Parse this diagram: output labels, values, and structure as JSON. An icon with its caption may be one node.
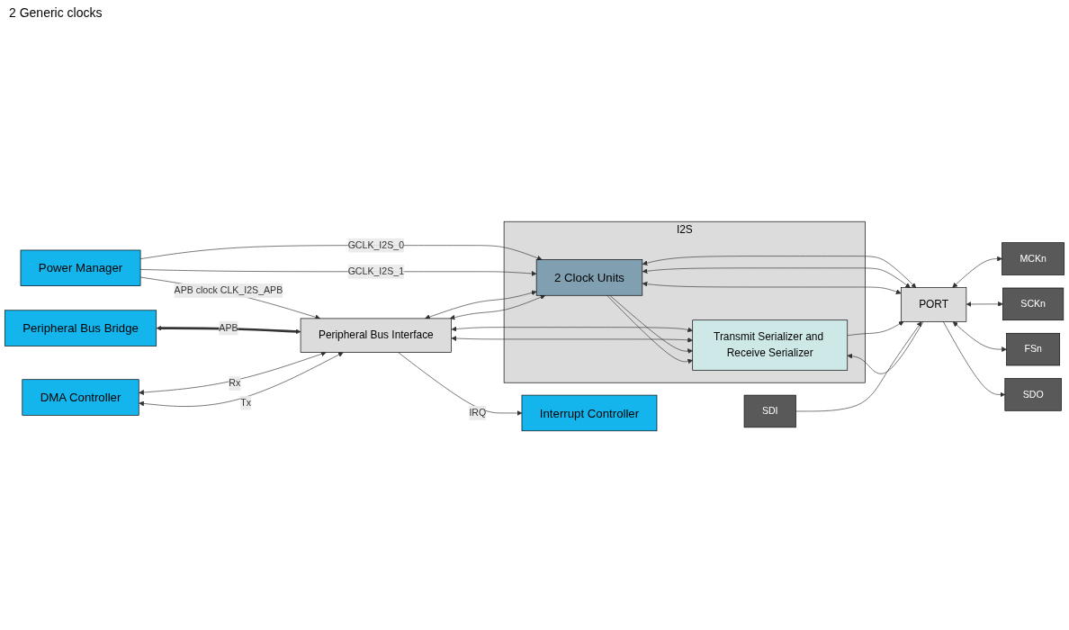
{
  "diagram": {
    "nodes": [
      {
        "text": [
          "Power Manager"
        ]
      },
      {
        "text": [
          "Peripheral Bus Bridge"
        ]
      },
      {
        "text": [
          "DMA Controller"
        ]
      },
      {
        "text": [
          "Interrupt Controller"
        ]
      },
      {
        "text": [
          "Peripheral Bus Interface"
        ]
      },
      {
        "text": [
          "I2S"
        ]
      },
      {
        "text": [
          "2 Clock Units"
        ],
        "in": 5
      },
      {
        "text": [
          "Transmit Serializer and Receive Serializer"
        ],
        "in": 5
      },
      {
        "text": [
          "PORT"
        ]
      },
      {
        "text": [
          "MCKn"
        ]
      },
      {
        "text": [
          "SCKn"
        ]
      },
      {
        "text": [
          "FSn"
        ]
      },
      {
        "text": [
          "SDO"
        ]
      },
      {
        "text": [
          "SDI"
        ]
      }
    ],
    "edges": [
      {
        "from": 0,
        "to": 6,
        "arrow": "to",
        "label": "GCLK_I2S_0"
      },
      {
        "from": 0,
        "to": 6,
        "arrow": "to",
        "label": "GCLK_I2S_1"
      },
      {
        "from": 0,
        "to": 4,
        "arrow": "to",
        "label": "APB clock CLK_I2S_APB"
      },
      {
        "from": 1,
        "to": 4,
        "arrow": "both",
        "label": "APB",
        "style": "thick"
      },
      {
        "from": 2,
        "to": 4,
        "arrow": "both",
        "label": "Rx"
      },
      {
        "from": 2,
        "to": 4,
        "arrow": "both",
        "label": "Tx"
      },
      {
        "from": 4,
        "to": 3,
        "arrow": "to",
        "label": "IRQ"
      },
      {
        "from": 4,
        "to": 6,
        "arrow": "both"
      },
      {
        "from": 4,
        "to": 6,
        "arrow": "both"
      },
      {
        "from": 4,
        "to": 7,
        "arrow": "both"
      },
      {
        "from": 4,
        "to": 7,
        "arrow": "both"
      },
      {
        "from": 6,
        "to": 7,
        "arrow": "to"
      },
      {
        "from": 6,
        "to": 7,
        "arrow": "to"
      },
      {
        "from": 6,
        "to": 8,
        "arrow": "both"
      },
      {
        "from": 6,
        "to": 8,
        "arrow": "both"
      },
      {
        "from": 6,
        "to": 8,
        "arrow": "both"
      },
      {
        "from": 7,
        "to": 8,
        "arrow": "to"
      },
      {
        "from": 8,
        "to": 7,
        "arrow": "to"
      },
      {
        "from": 8,
        "to": 9,
        "arrow": "both"
      },
      {
        "from": 8,
        "to": 10,
        "arrow": "both"
      },
      {
        "from": 8,
        "to": 11,
        "arrow": "both"
      },
      {
        "from": 8,
        "to": 12,
        "arrow": "to"
      },
      {
        "from": 13,
        "to": 8,
        "arrow": "to"
      }
    ],
    "labels": [
      "2 Generic clocks"
    ]
  }
}
